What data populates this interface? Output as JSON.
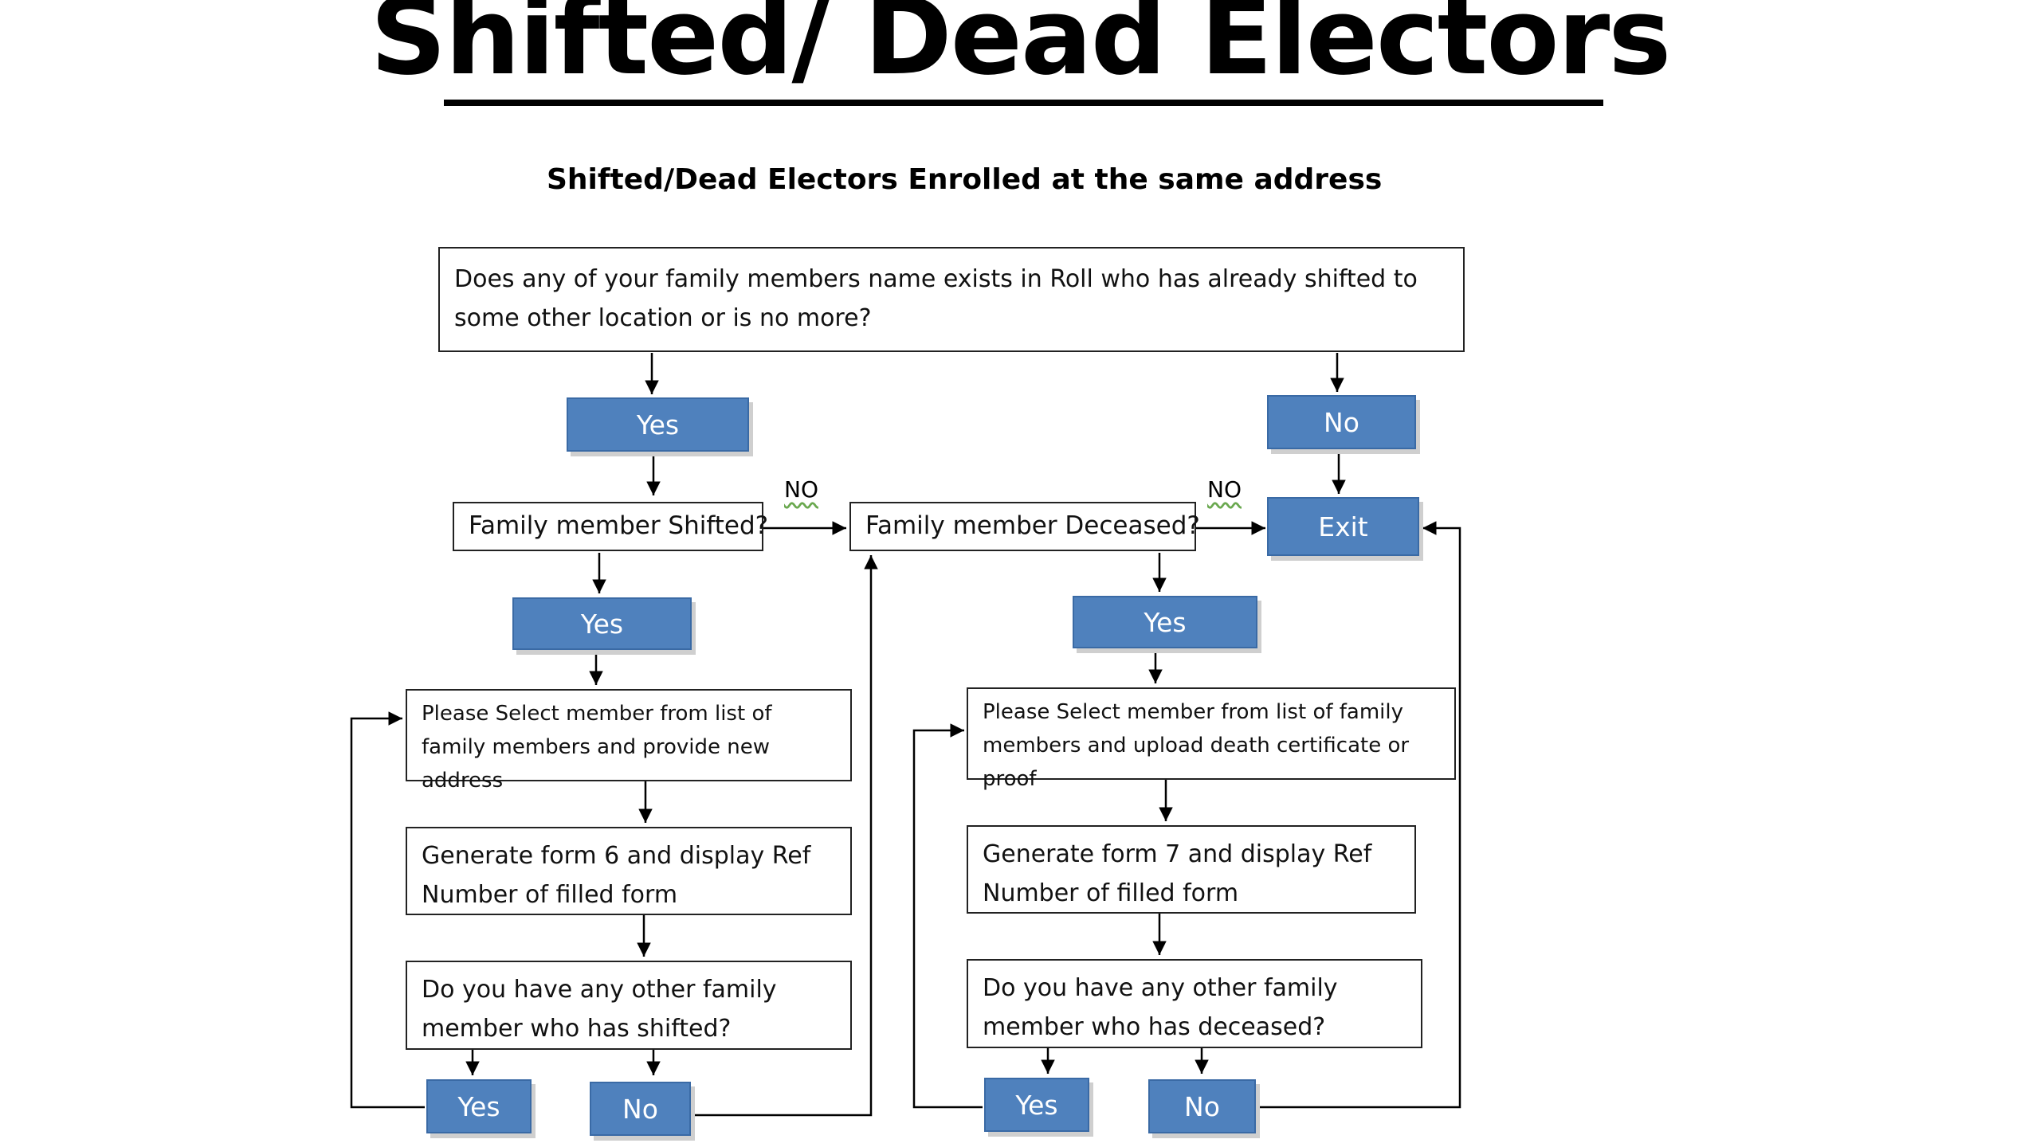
{
  "title": "Shifted/ Dead Electors",
  "subtitle": "Shifted/Dead Electors Enrolled at the same address",
  "nodes": {
    "start_question": "Does any of your family members name exists in Roll who has already shifted to some other location or is no more?",
    "yes_top": "Yes",
    "no_top": "No",
    "shifted_question": "Family member Shifted?",
    "deceased_question": "Family member Deceased?",
    "exit": "Exit",
    "no_label_1": "NO",
    "no_label_2": "NO",
    "yes_shifted": "Yes",
    "yes_deceased": "Yes",
    "select_shifted": "Please Select member from list of family members and provide  new address",
    "select_deceased": "Please Select member from list of family members and upload death certificate or proof",
    "form6": "Generate form  6 and display Ref Number of filled form",
    "form7": "Generate form  7 and display Ref Number of filled form",
    "other_shifted": "Do you  have any other family member who has shifted?",
    "other_deceased": "Do you  have any other family member who has deceased?",
    "yes_other_shifted": "Yes",
    "no_other_shifted": "No",
    "yes_other_deceased": "Yes",
    "no_other_deceased": "No"
  },
  "colors": {
    "button_fill": "#4f81bd",
    "button_text": "#ffffff",
    "border": "#222222"
  }
}
